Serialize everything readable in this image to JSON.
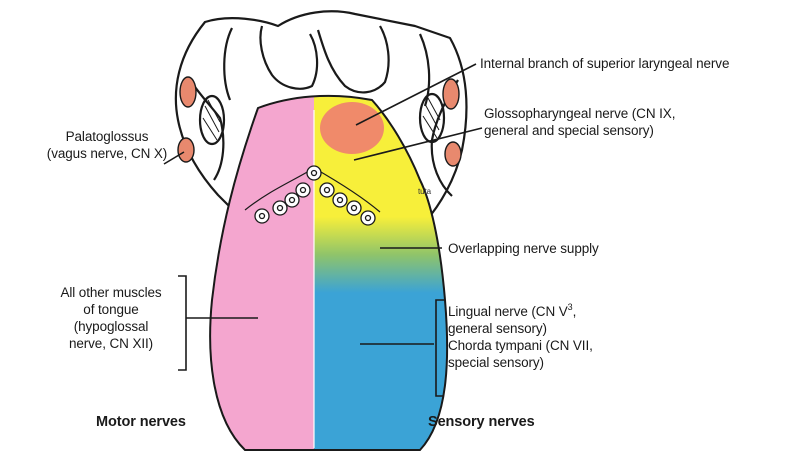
{
  "labels": {
    "internal_branch": "Internal branch of superior laryngeal nerve",
    "glosso_line1": "Glossopharyngeal nerve (CN IX,",
    "glosso_line2": "general and special sensory)",
    "palato_line1": "Palatoglossus",
    "palato_line2": "(vagus nerve, CN X)",
    "overlap": "Overlapping nerve supply",
    "other_line1": "All other muscles",
    "other_line2": "of tongue",
    "other_line3": "(hypoglossal",
    "other_line4": "nerve, CN XII)",
    "lingual_line1": "Lingual nerve (CN V",
    "lingual_sup": "3",
    "lingual_line1_end": ",",
    "lingual_line2": "general sensory)",
    "chorda_line1": "Chorda tympani (CN VII,",
    "chorda_line2": "special sensory)",
    "motor": "Motor nerves",
    "sensory": "Sensory nerves",
    "small_tag": "tuta"
  },
  "colors": {
    "motor_region": "#f4a6cf",
    "glosso_region": "#f7ef3a",
    "laryngeal_region": "#f08a6a",
    "overlap_region": "#8fc46a",
    "lingual_region": "#3ba3d6",
    "outline": "#1a1a1a"
  }
}
